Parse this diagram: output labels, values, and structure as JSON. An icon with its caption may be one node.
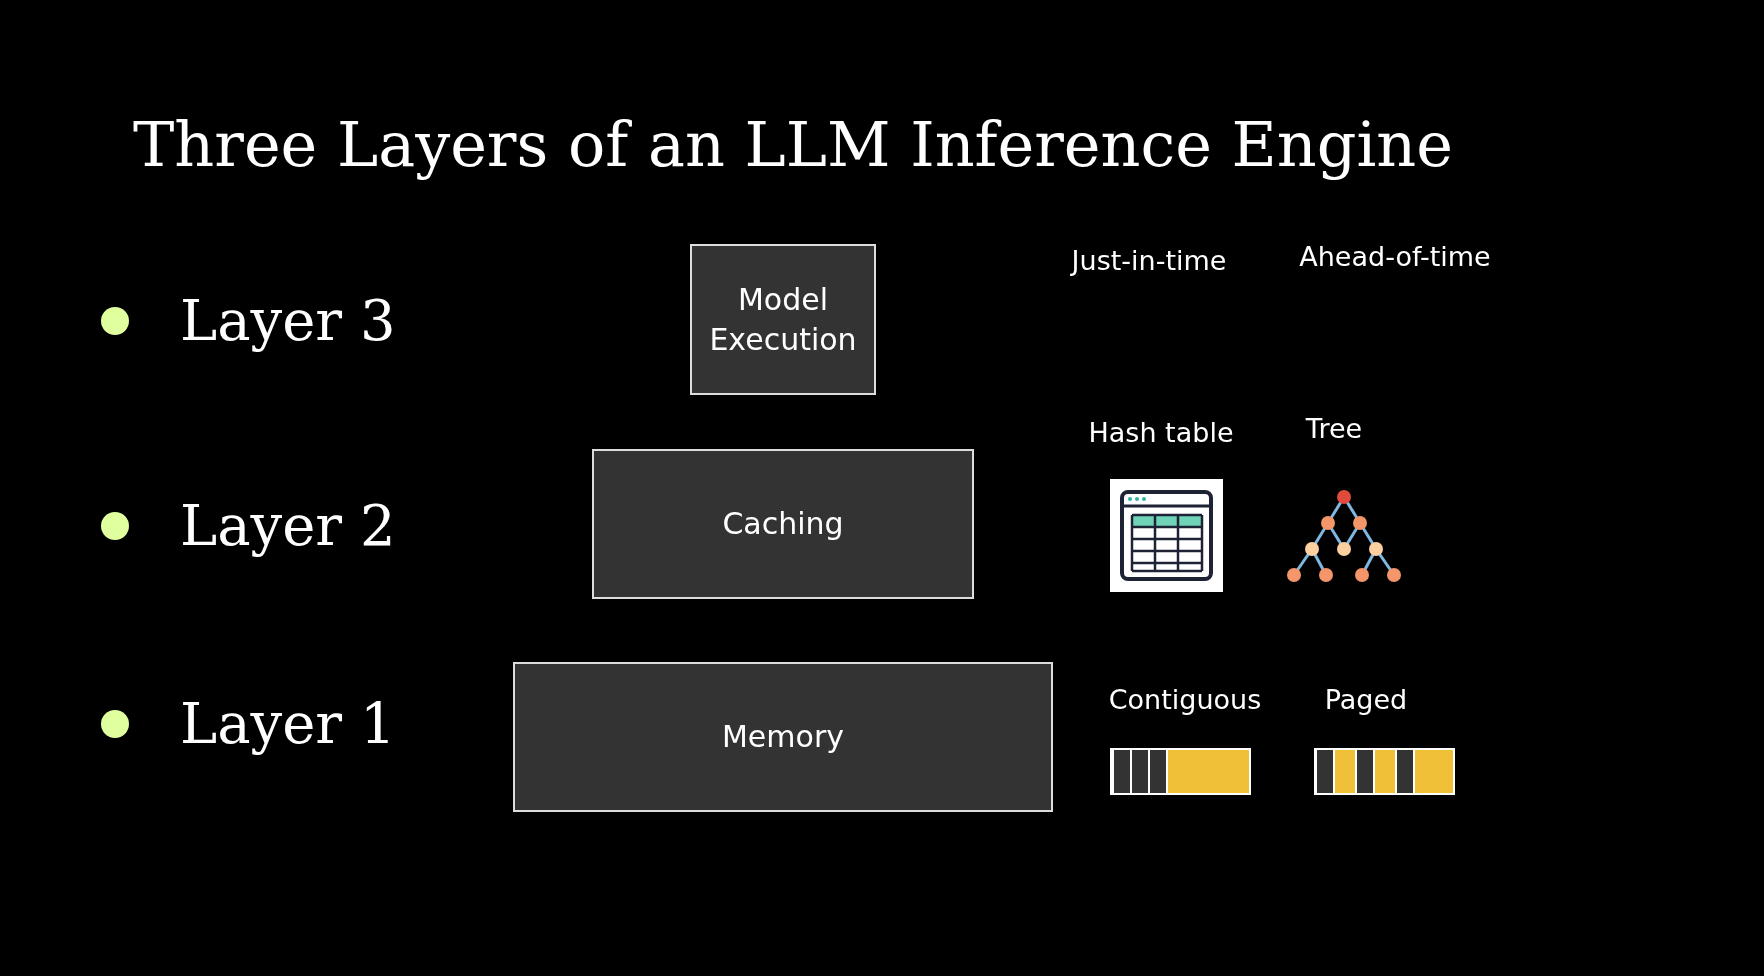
{
  "diagram": {
    "title": "Three Layers of an LLM Inference Engine",
    "nodes": [
      {
        "text": [
          "Model Execution"
        ]
      },
      {
        "text": [
          "Caching"
        ]
      },
      {
        "text": [
          "Memory"
        ]
      }
    ],
    "labels": [
      "Layer 3",
      "Just-in-time",
      "Ahead-of-time",
      "Layer 2",
      "Hash table",
      "Tree",
      "Layer 1",
      "Contiguous",
      "Paged"
    ]
  }
}
